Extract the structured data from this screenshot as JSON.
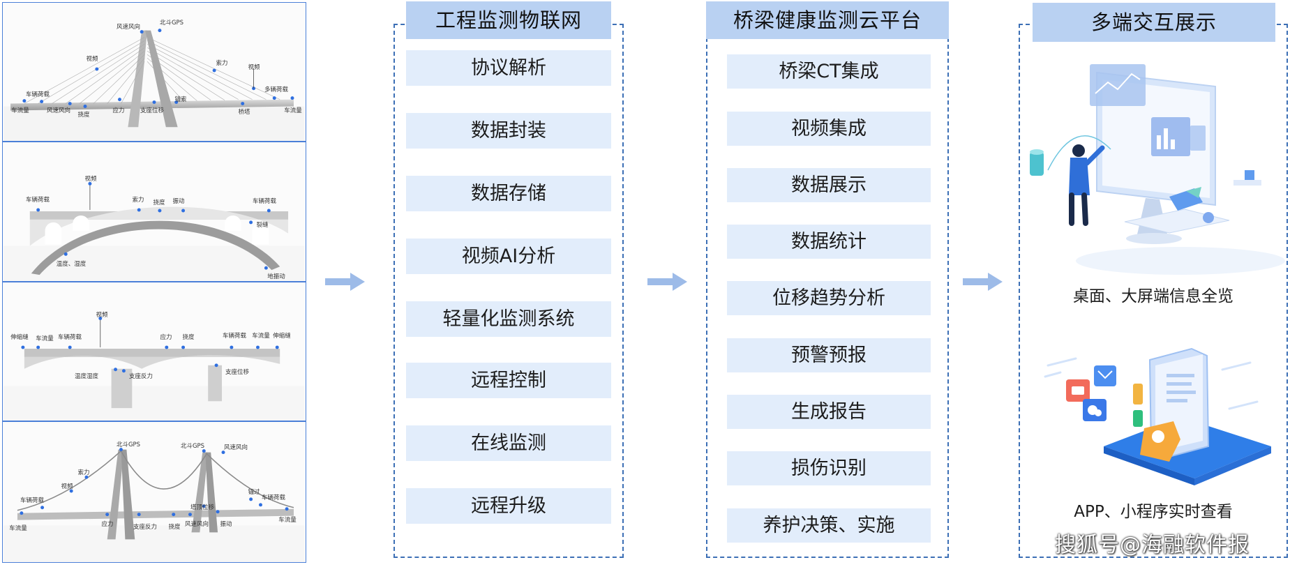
{
  "bridges": {
    "panel1": [
      "风速风向",
      "北斗GPS",
      "视频",
      "索力",
      "视频",
      "车辆荷载",
      "多辆荷载",
      "车流量",
      "风速风向",
      "挠度",
      "应力",
      "支座位移",
      "锚索",
      "桥塔",
      "车流量"
    ],
    "panel2": [
      "视频",
      "车辆荷载",
      "索力",
      "挠度",
      "振动",
      "车辆荷载",
      "裂缝",
      "温度、湿度",
      "地振动"
    ],
    "panel3": [
      "视频",
      "伸缩缝",
      "车流量",
      "车辆荷载",
      "应力",
      "挠度",
      "车辆荷载",
      "车流量",
      "伸缩缝",
      "温度湿度",
      "支座反力",
      "支座位移"
    ],
    "panel4": [
      "北斗GPS",
      "北斗GPS",
      "风速风向",
      "索力",
      "视频",
      "车辆荷载",
      "锚过",
      "车辆荷载",
      "塔顶位移",
      "车流量",
      "应力",
      "支座反力",
      "挠度",
      "风速风向",
      "振动",
      "车流量"
    ]
  },
  "column1": {
    "title": "工程监测物联网",
    "items": [
      "协议解析",
      "数据封装",
      "数据存储",
      "视频AI分析",
      "轻量化监测系统",
      "远程控制",
      "在线监测",
      "远程升级"
    ]
  },
  "column2": {
    "title": "桥梁健康监测云平台",
    "items": [
      "桥梁CT集成",
      "视频集成",
      "数据展示",
      "数据统计",
      "位移趋势分析",
      "预警预报",
      "生成报告",
      "损伤识别",
      "养护决策、实施"
    ]
  },
  "column3": {
    "title": "多端交互展示",
    "desktop_caption": "桌面、大屏端信息全览",
    "mobile_caption": "APP、小程序实时查看"
  },
  "watermark": "搜狐号@海融软件报",
  "colors": {
    "title_bg": "#b9d1f2",
    "item_bg": "#e2edfb",
    "dash_border": "#3c6fb5",
    "arrow": "#9dbbe8",
    "sensor_dot": "#2f6fe0"
  },
  "icons": [
    "right-arrow-icon",
    "desktop-monitor-illustration",
    "mobile-app-illustration"
  ]
}
